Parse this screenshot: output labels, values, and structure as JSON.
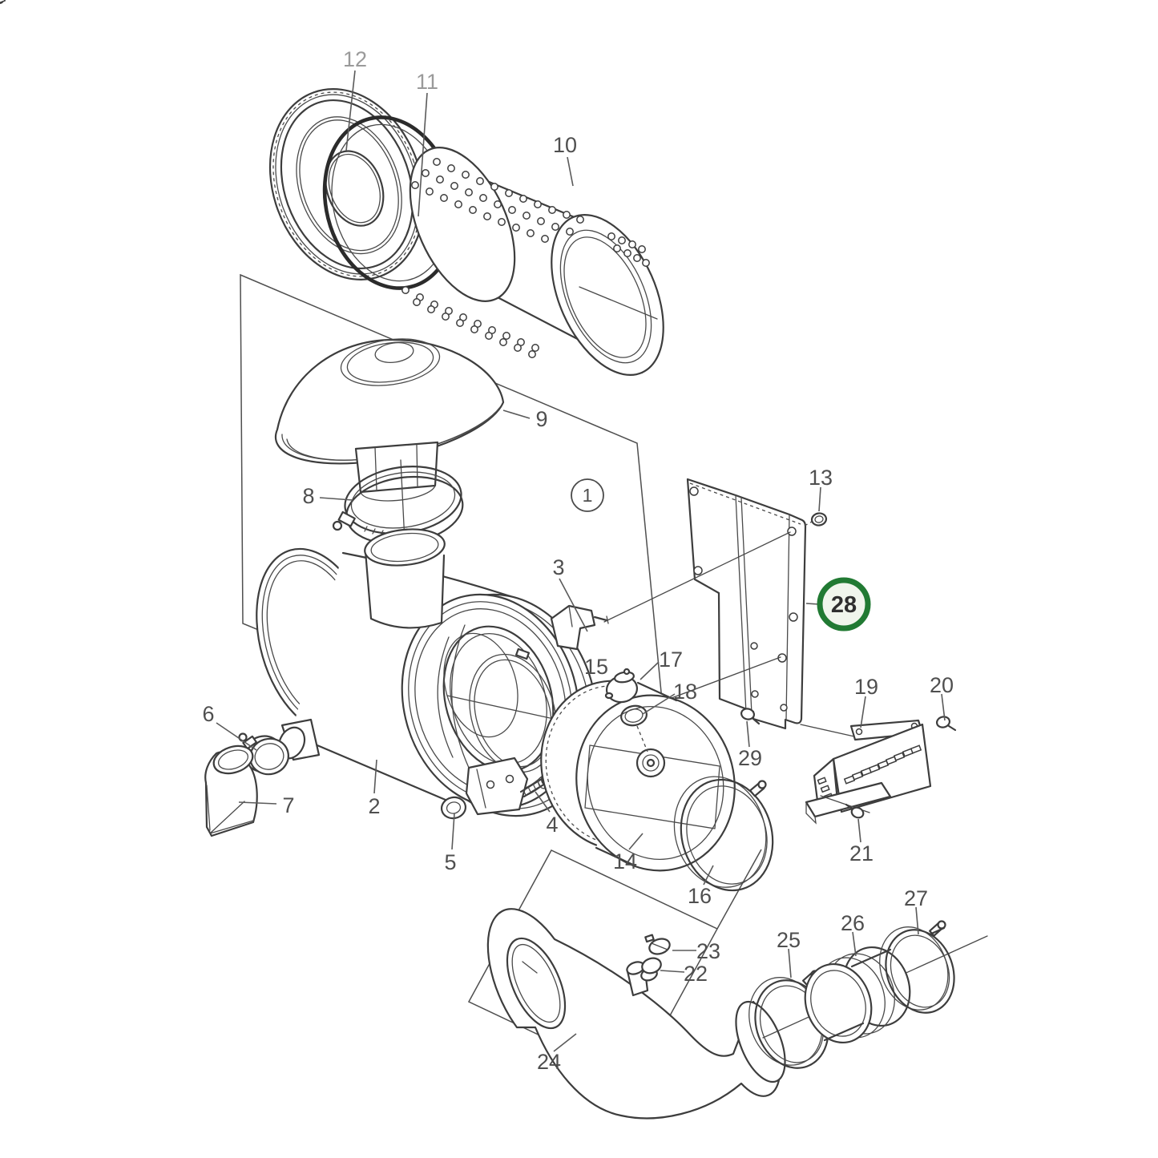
{
  "diagram": {
    "background": "#ffffff",
    "line_color": "#3d3d3d",
    "label_color": "#4f4f4f",
    "muted_label_color": "#9a9a9a",
    "assembly_badge": "1",
    "highlight": {
      "part": "28",
      "ring_color": "#217a33",
      "fill_color": "#f0f5ec",
      "text_color": "#2f2f2f"
    }
  },
  "callouts": {
    "c1": "1",
    "c2": "2",
    "c3": "3",
    "c4": "4",
    "c5": "5",
    "c6": "6",
    "c7": "7",
    "c8": "8",
    "c9": "9",
    "c10": "10",
    "c11": "11",
    "c12": "12",
    "c13": "13",
    "c14": "14",
    "c15": "15",
    "c16": "16",
    "c17": "17",
    "c18": "18",
    "c19": "19",
    "c20": "20",
    "c21": "21",
    "c22": "22",
    "c23": "23",
    "c24": "24",
    "c25": "25",
    "c26": "26",
    "c27": "27",
    "c28": "28",
    "c29": "29"
  }
}
